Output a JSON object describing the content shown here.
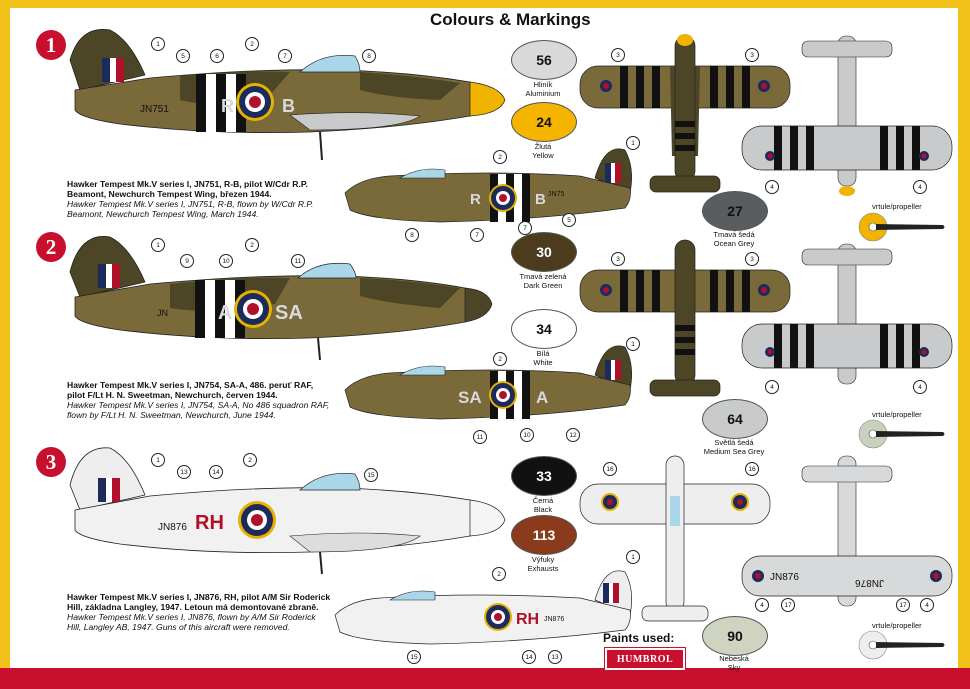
{
  "title": "Colours & Markings",
  "schemes": [
    {
      "number": "1",
      "code_left": "R",
      "code_right": "B",
      "serial": "JN751",
      "side_code": "R",
      "side_code2": "B",
      "side_serial": "JN75",
      "caption_cz": "Hawker Tempest Mk.V series I, JN751, R-B, pilot W/Cdr R.P. Beamont, Newchurch Tempest Wing, březen 1944.",
      "caption_en": "Hawker Tempest Mk.V series I, JN751, R-B, flown by W/Cdr R.P. Beamont, Newchurch Tempest Wing, March 1944.",
      "callouts_top": [
        "1",
        "5",
        "6",
        "2",
        "7",
        "8"
      ],
      "callouts_side": [
        "8",
        "7",
        "7",
        "2",
        "5",
        "1"
      ],
      "callouts_plan": [
        "3",
        "3",
        "4",
        "4"
      ]
    },
    {
      "number": "2",
      "code_left": "SA",
      "code_right": "A",
      "serial": "JN",
      "side_code": "SA",
      "side_code2": "A",
      "caption_cz": "Hawker Tempest Mk.V series I, JN754, SA-A, 486. peruť RAF, pilot F/Lt H. N. Sweetman, Newchurch, červen 1944.",
      "caption_en": "Hawker Tempest Mk.V series I, JN754, SA-A, No 486 squadron RAF, flown by F/Lt H. N. Sweetman, Newchurch, June 1944.",
      "callouts_top": [
        "1",
        "9",
        "10",
        "2",
        "11"
      ],
      "callouts_side": [
        "11",
        "10",
        "12",
        "2",
        "1"
      ],
      "callouts_plan": [
        "3",
        "3",
        "4",
        "4"
      ]
    },
    {
      "number": "3",
      "code": "RH",
      "serial": "JN876",
      "side_code": "RH",
      "side_serial": "JN876",
      "plan_serial_left": "JN876",
      "plan_serial_right": "JN876",
      "caption_cz": "Hawker Tempest Mk.V series I, JN876, RH, pilot A/M Sir Roderick Hill, základna Langley, 1947. Letoun má demontované zbraně.",
      "caption_en": "Hawker Tempest Mk.V series I, JN876, flown by A/M Sir Roderick Hill, Langley AB, 1947. Guns of this aircraft were removed.",
      "callouts_top": [
        "1",
        "13",
        "14",
        "2",
        "15"
      ],
      "callouts_side": [
        "15",
        "14",
        "13",
        "2",
        "1"
      ],
      "callouts_plan": [
        "16",
        "16",
        "4",
        "17",
        "17",
        "4"
      ]
    }
  ],
  "paints": [
    {
      "code": "56",
      "cz": "Hliník",
      "en": "Aluminium",
      "color": "#d9d9d9",
      "text": "#111"
    },
    {
      "code": "24",
      "cz": "Žlutá",
      "en": "Yellow",
      "color": "#f4b400",
      "text": "#111"
    },
    {
      "code": "27",
      "cz": "Tmavá šedá",
      "en": "Ocean Grey",
      "color": "#5a5d60",
      "text": "#111"
    },
    {
      "code": "30",
      "cz": "Tmavá zelená",
      "en": "Dark Green",
      "color": "#4a3c1c",
      "text": "#ffffff"
    },
    {
      "code": "34",
      "cz": "Bílá",
      "en": "White",
      "color": "#ffffff",
      "text": "#111"
    },
    {
      "code": "64",
      "cz": "Světlá šedá",
      "en": "Medium Sea Grey",
      "color": "#c9cacb",
      "text": "#111"
    },
    {
      "code": "33",
      "cz": "Černá",
      "en": "Black",
      "color": "#111111",
      "text": "#ffffff"
    },
    {
      "code": "113",
      "cz": "Výfuky",
      "en": "Exhausts",
      "color": "#8a3b1b",
      "text": "#ffffff"
    },
    {
      "code": "90",
      "cz": "Nebeská",
      "en": "Sky",
      "color": "#cfd4c0",
      "text": "#111"
    }
  ],
  "propeller_label": "vrtule/propeller",
  "paints_used": "Paints used:",
  "brand": "HUMBROL",
  "colors": {
    "frame_yellow": "#f2c21a",
    "frame_red": "#c8102e",
    "camo_green": "#4d4626",
    "camo_brown": "#7a6a3a",
    "ocean_grey": "#8e9093",
    "sea_grey": "#c9cacb",
    "silver": "#d8d9da",
    "roundel_blue": "#1c2a5c",
    "roundel_red": "#b0102a",
    "roundel_yellow": "#e5b200",
    "spinner_yellow": "#f0b400"
  }
}
